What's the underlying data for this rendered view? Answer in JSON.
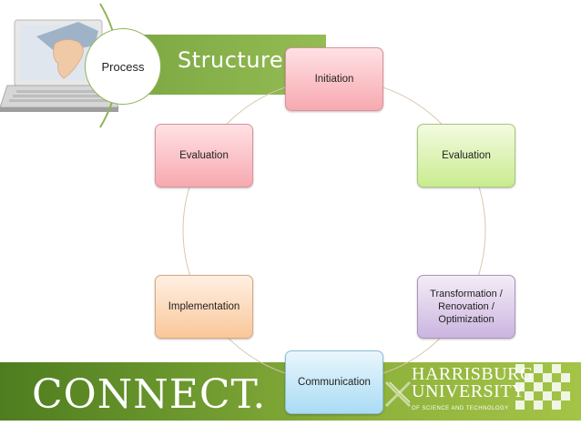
{
  "header": {
    "circle_label": "Process",
    "band_title": "Structure"
  },
  "cycle": [
    {
      "label": "Initiation",
      "color": "red"
    },
    {
      "label": "Evaluation",
      "color": "green"
    },
    {
      "label": "Transformation / Renovation / Optimization",
      "color": "purple"
    },
    {
      "label": "Communication",
      "color": "blue"
    },
    {
      "label": "Implementation",
      "color": "orange"
    },
    {
      "label": "Evaluation",
      "color": "red"
    }
  ],
  "footer": {
    "connect": "CONNECT.",
    "university_line1": "HARRISBURG",
    "university_line2": "UNIVERSITY",
    "university_tagline": "OF SCIENCE AND TECHNOLOGY"
  },
  "colors": {
    "band_green": "#94bc53",
    "footer_green": "#6f9a2f",
    "ring": "#d9c7b0"
  },
  "icons": [
    "laptop-hand-image",
    "harrisburg-x-logo",
    "checker-pattern"
  ]
}
